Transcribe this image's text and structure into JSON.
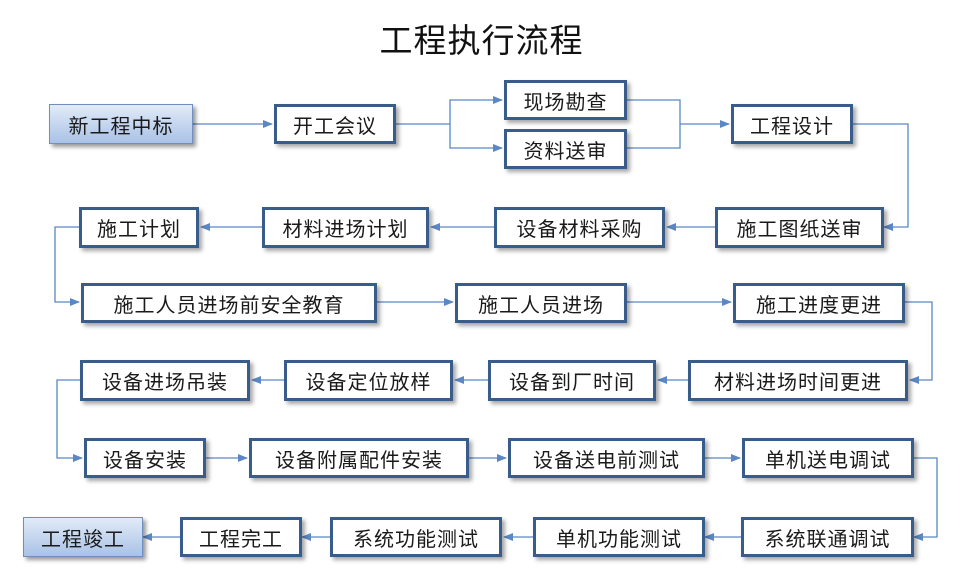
{
  "title": "工程执行流程",
  "colors": {
    "box_border": "#385d8a",
    "line": "#5b87c5",
    "terminal_fill": "#b9cdea"
  },
  "steps": [
    "新工程中标",
    "开工会议",
    "现场勘查",
    "资料送审",
    "工程设计",
    "施工图纸送审",
    "设备材料采购",
    "材料进场计划",
    "施工计划",
    "施工人员进场前安全教育",
    "施工人员进场",
    "施工进度更进",
    "材料进场时间更进",
    "设备到厂时间",
    "设备定位放样",
    "设备进场吊装",
    "设备安装",
    "设备附属配件安装",
    "设备送电前测试",
    "单机送电调试",
    "系统联通调试",
    "单机功能测试",
    "系统功能测试",
    "工程完工",
    "工程竣工"
  ]
}
